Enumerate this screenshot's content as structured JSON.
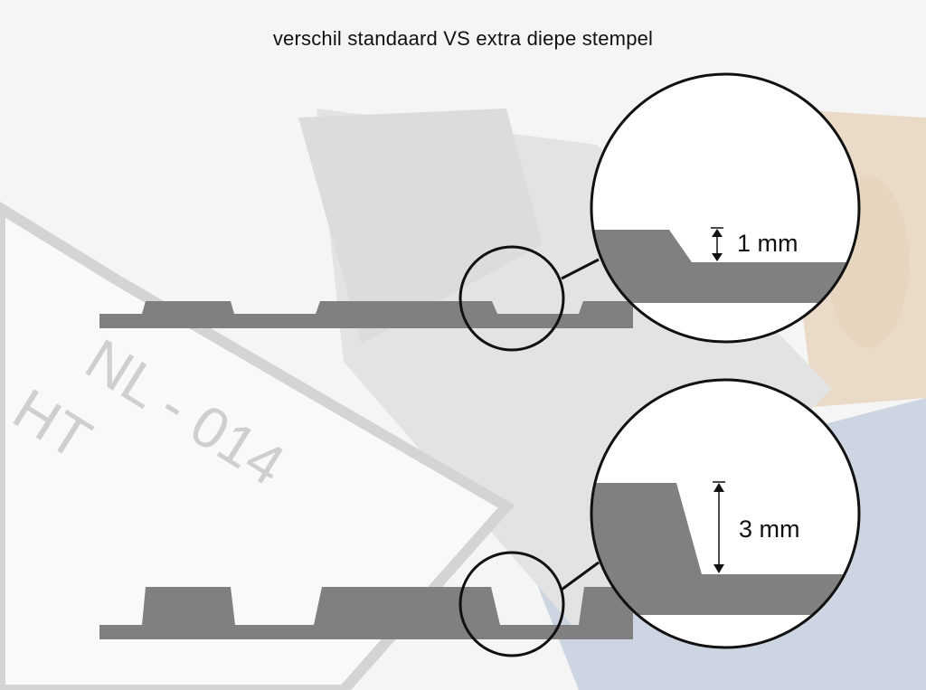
{
  "title": "verschil standaard VS extra diepe stempel",
  "standard": {
    "depth_label": "1 mm",
    "depth_mm": 1
  },
  "extra_deep": {
    "depth_label": "3 mm",
    "depth_mm": 3
  },
  "background_photo": {
    "stamp_text_1": "NL - 014",
    "stamp_text_2": "HT"
  },
  "colors": {
    "profile": "#808080",
    "outline": "#111111",
    "blue": "#c7d6ea",
    "wood": "#efdcc4"
  }
}
